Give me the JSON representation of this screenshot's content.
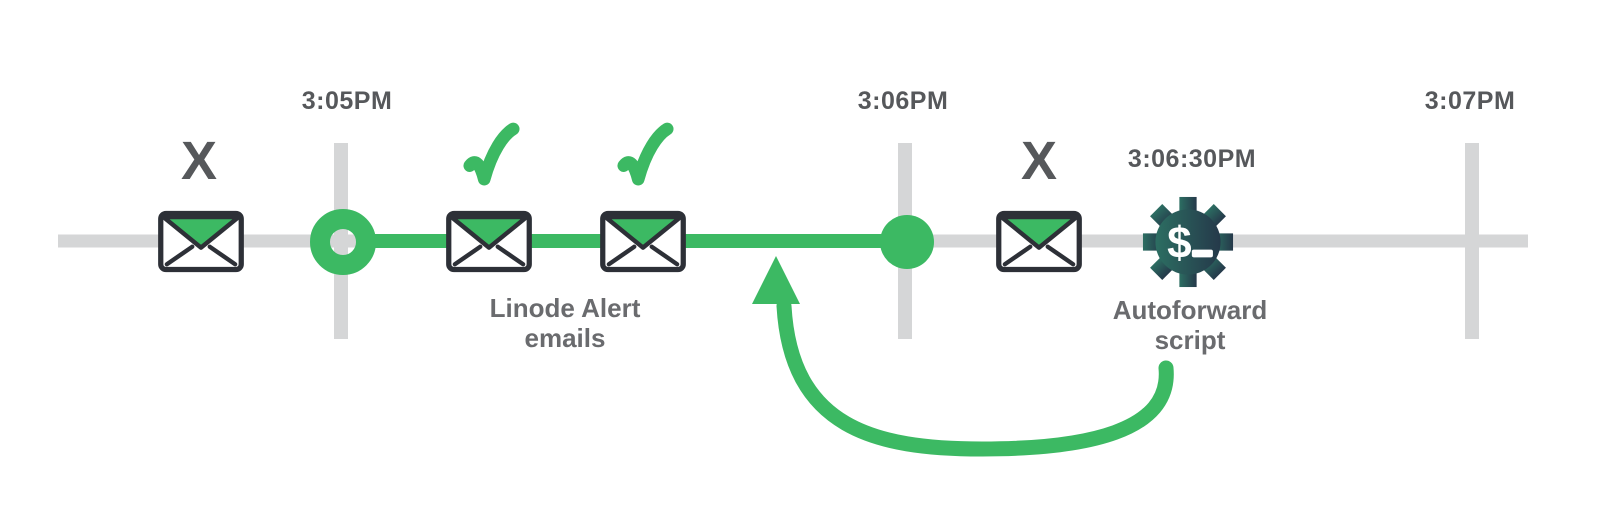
{
  "colors": {
    "green": "#3cb963",
    "track": "#d5d6d7",
    "text": "#56585b",
    "caption": "#6a6b6e",
    "outline": "#2d3037",
    "gear-start": "#2c6e62",
    "gear-end": "#25394a",
    "background": "#ffffff"
  },
  "timeline": {
    "ticks": [
      {
        "label": "3:05PM"
      },
      {
        "label": "3:06PM"
      },
      {
        "label": "3:07PM"
      }
    ]
  },
  "badges": {
    "missed_first": "X",
    "missed_second": "X"
  },
  "alert_emails": {
    "caption_line1": "Linode Alert",
    "caption_line2": "emails"
  },
  "script_event": {
    "time": "3:06:30PM",
    "caption_line1": "Autoforward",
    "caption_line2": "script",
    "glyph": "$"
  },
  "icons": {
    "email": "envelope-icon",
    "delivered": "checkmark-icon",
    "missed": "x-mark",
    "script": "dollar-gear-icon",
    "loop": "loop-arrow"
  }
}
